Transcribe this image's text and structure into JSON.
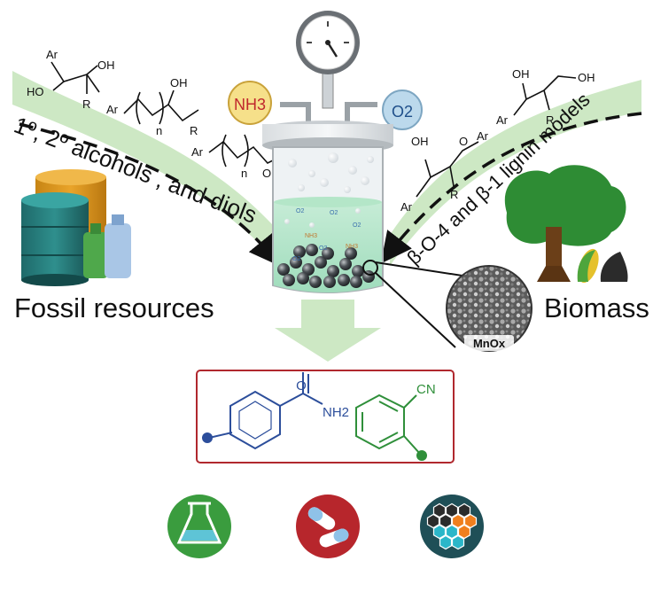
{
  "labels": {
    "fossil": "Fossil resources",
    "biomass": "Biomass",
    "left_arc": "1º, 2º alcohols , and diols",
    "right_arc": "β-O-4 and β-1 lignin models",
    "catalyst": "MnOx"
  },
  "gases": {
    "nh3": "NH3",
    "o2": "O2"
  },
  "reactor_labels": {
    "nh3_small": "NH3",
    "o2_small": "O2"
  },
  "left_molecules": {
    "ar": "Ar",
    "oh": "OH",
    "ho": "HO",
    "r": "R",
    "n": "n"
  },
  "right_molecules": {
    "ar": "Ar",
    "oh": "OH",
    "o": "O",
    "r": "R"
  },
  "products": {
    "amide_o": "O",
    "amide_nh2": "NH2",
    "nitrile": "CN"
  },
  "colors": {
    "arc_green": "#cde8c4",
    "product_box": "#b0282e",
    "benzamide": "#2c4e9b",
    "nitrile": "#2f8f3a",
    "icon_green": "#3a9c3e",
    "icon_red": "#b7262c",
    "icon_teal": "#1f4f57",
    "nh3_badge": "#f6e08a",
    "o2_badge": "#bcd9ec"
  },
  "icons": [
    "flask-icon",
    "pills-icon",
    "material-hexagon-icon"
  ]
}
